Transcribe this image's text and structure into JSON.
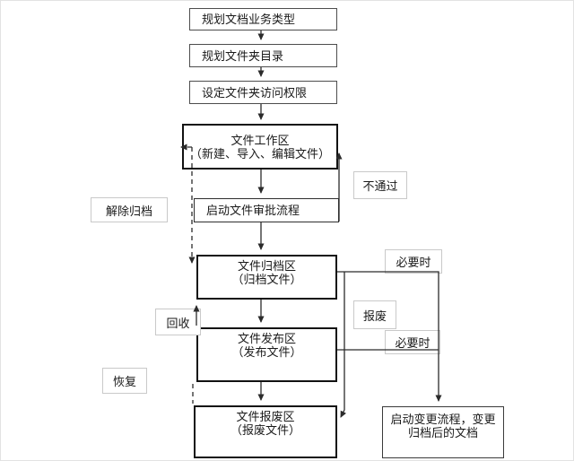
{
  "diagram": {
    "type": "flowchart",
    "language": "zh-CN",
    "nodes": [
      {
        "id": "plan-doc-type",
        "lines": [
          "规划文档业务类型"
        ]
      },
      {
        "id": "plan-folder-dir",
        "lines": [
          "规划文件夹目录"
        ]
      },
      {
        "id": "set-folder-perms",
        "lines": [
          "设定文件夹访问权限"
        ]
      },
      {
        "id": "work-area",
        "lines": [
          "文件工作区",
          "（新建、导入、编辑文件）"
        ]
      },
      {
        "id": "start-approval",
        "lines": [
          "启动文件审批流程"
        ]
      },
      {
        "id": "archive-area",
        "lines": [
          "文件归档区",
          "（归档文件）"
        ]
      },
      {
        "id": "publish-area",
        "lines": [
          "文件发布区",
          "（发布文件）"
        ]
      },
      {
        "id": "scrap-area",
        "lines": [
          "文件报废区",
          "（报废文件）"
        ]
      },
      {
        "id": "change-process",
        "lines": [
          "启动变更流程，变更",
          "归档后的文档"
        ]
      }
    ],
    "edge_labels": [
      {
        "id": "release-archive",
        "text": "解除归档"
      },
      {
        "id": "recycle",
        "text": "回收"
      },
      {
        "id": "restore",
        "text": "恢复"
      },
      {
        "id": "not-passed",
        "text": "不通过"
      },
      {
        "id": "when-necessary-1",
        "text": "必要时"
      },
      {
        "id": "scrap",
        "text": "报废"
      },
      {
        "id": "when-necessary-2",
        "text": "必要时"
      }
    ],
    "colors": {
      "background": "#ffffff",
      "line": "#2b2b2b",
      "thin_border": "#4d4d4d",
      "thick_border": "#121212",
      "label_border": "#c9c9c9",
      "text": "#1a1a1a"
    }
  }
}
